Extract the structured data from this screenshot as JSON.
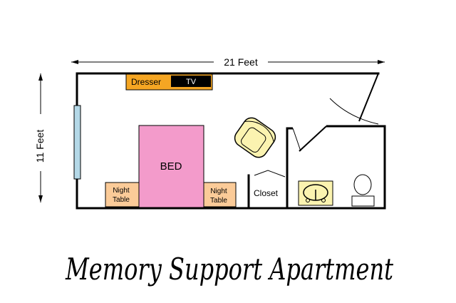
{
  "dimensions": {
    "width_label": "21 Feet",
    "height_label": "11 Feet"
  },
  "furniture": {
    "dresser": "Dresser",
    "tv": "TV",
    "bed": "BED",
    "night_table_left": [
      "Night",
      "Table"
    ],
    "night_table_right": [
      "Night",
      "Table"
    ],
    "closet": "Closet"
  },
  "title": "Memory Support Apartment",
  "colors": {
    "dresser": "#F5A623",
    "tv": "#000000",
    "bed": "#F39BCB",
    "night_table": "#FBCB98",
    "window": "#B4D8E7",
    "chair": "#FBF3B0",
    "sink": "#FBF3B0",
    "toilet": "#FFFFFF",
    "wall": "#000000"
  }
}
